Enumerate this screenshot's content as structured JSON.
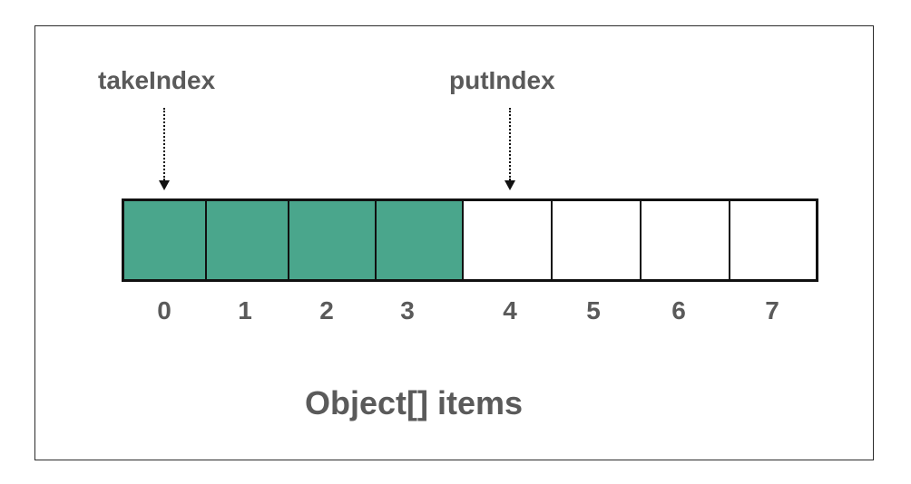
{
  "pointers": {
    "take": {
      "label": "takeIndex",
      "index": 0
    },
    "put": {
      "label": "putIndex",
      "index": 4
    }
  },
  "array": {
    "name": "Object[] items",
    "length": 8,
    "filled_indices": [
      0,
      1,
      2,
      3
    ],
    "indices": [
      "0",
      "1",
      "2",
      "3",
      "4",
      "5",
      "6",
      "7"
    ]
  },
  "colors": {
    "filled": "#4aa68c",
    "empty": "#ffffff",
    "text": "#5a5a5a",
    "border": "#111111"
  }
}
